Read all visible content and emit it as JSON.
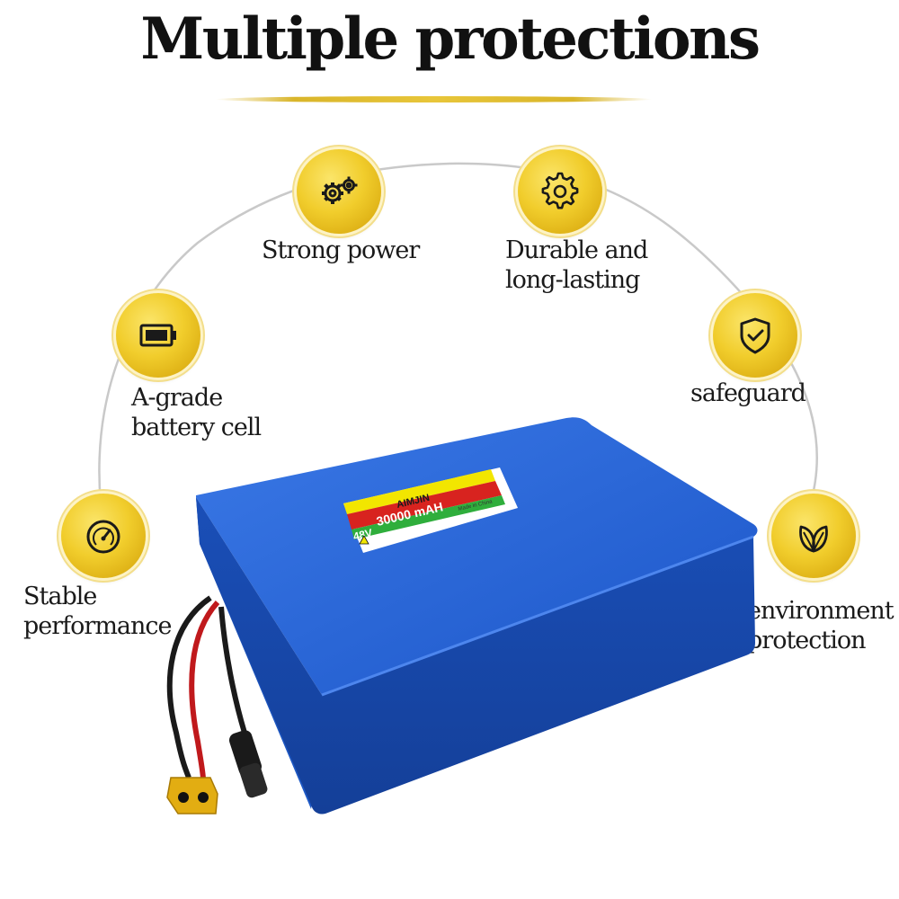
{
  "title": "Multiple protections",
  "colors": {
    "gold": "#f1cd2c",
    "battery_blue": "#1f5ed0",
    "label_yellow": "#f2e600",
    "label_red": "#d8231f",
    "label_green": "#2fae3c"
  },
  "features": [
    {
      "icon": "gears-icon",
      "label_lines": [
        "Strong power"
      ]
    },
    {
      "icon": "gear-icon",
      "label_lines": [
        "Durable and",
        "long-lasting"
      ]
    },
    {
      "icon": "battery-icon",
      "label_lines": [
        "A-grade",
        "battery cell"
      ]
    },
    {
      "icon": "shield-check-icon",
      "label_lines": [
        "safeguard"
      ]
    },
    {
      "icon": "gauge-icon",
      "label_lines": [
        "Stable",
        "performance"
      ]
    },
    {
      "icon": "leaf-icon",
      "label_lines": [
        "environment",
        "protection"
      ]
    }
  ],
  "product": {
    "brand": "AIMJIN",
    "capacity": "30000 mAH",
    "voltage": "48V",
    "origin": "Made in China"
  }
}
